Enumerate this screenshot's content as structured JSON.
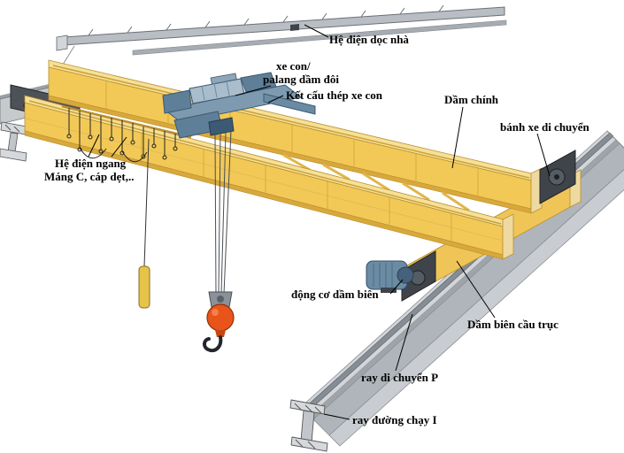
{
  "diagram": {
    "labels": {
      "he_dien_doc_nha": "Hệ điện dọc nhà",
      "xe_con": "xe con/",
      "palang_dam_doi": "palang dầm đôi",
      "ket_cau_thep_xe_con": "Kết cấu thép xe con",
      "dam_chinh": "Dầm chính",
      "banh_xe_di_chuyen": "bánh xe di chuyển",
      "he_dien_ngang": "Hệ điện ngang",
      "mang_c_cap_det": "Máng C, cáp dẹt,..",
      "dong_co_dam_bien": "động cơ dầm biên",
      "dam_bien_cau_truc": "Dầm biên cầu trục",
      "ray_di_chuyen_p": "ray di chuyển P",
      "ray_duong_chay_i": "ray đường chạy I"
    },
    "colors": {
      "girder_yellow": "#F2C957",
      "girder_yellow_light": "#F6E096",
      "girder_yellow_dark": "#D9A83C",
      "steel_gray_light": "#D2D5D9",
      "steel_gray": "#B0B5BB",
      "dark_metal": "#3F444A",
      "trolley_blue": "#7D9AB0",
      "hook_orange": "#E8541A",
      "background": "#FFFFFF",
      "line": "#000000"
    }
  }
}
